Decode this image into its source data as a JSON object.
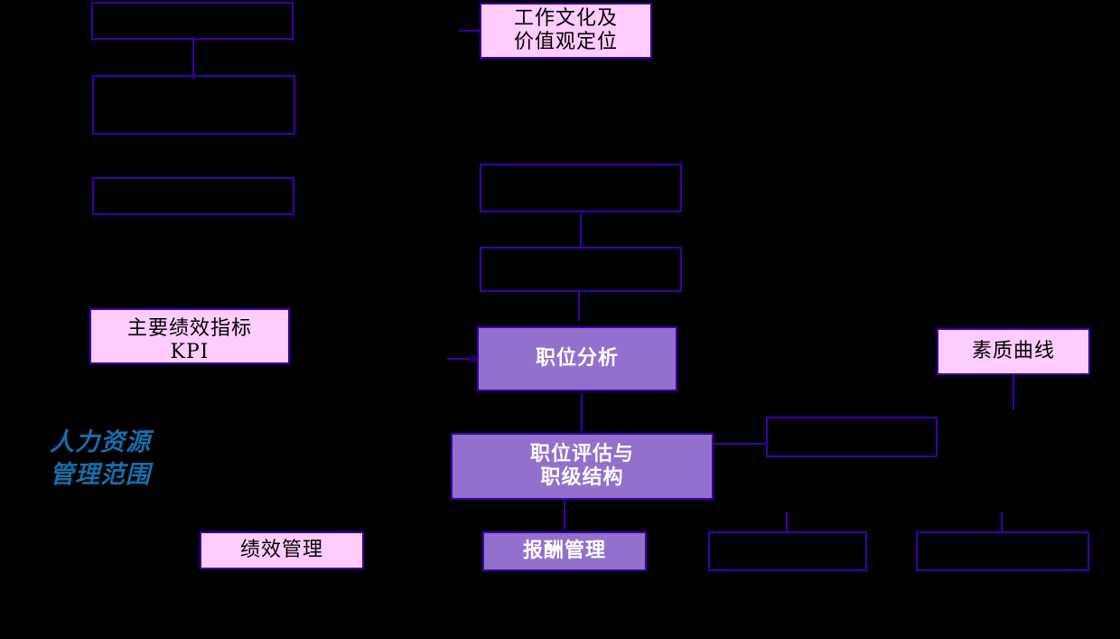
{
  "diagram": {
    "title_text": "人力资源\n管理范围",
    "colors": {
      "background": "#000000",
      "border": "#3a00a8",
      "pink_fill": "#ffccff",
      "violet_fill": "#9370ce",
      "scope_text": "#1a6ca8",
      "violet_text": "#ffffff",
      "pink_text": "#000000"
    },
    "nodes": [
      {
        "id": "n1",
        "label": "",
        "style": "empty"
      },
      {
        "id": "n2",
        "label": "",
        "style": "empty"
      },
      {
        "id": "n3",
        "label": "",
        "style": "empty"
      },
      {
        "id": "n4",
        "label": "主要绩效指标\nKPI",
        "style": "pink"
      },
      {
        "id": "n5",
        "label": "绩效管理",
        "style": "pink"
      },
      {
        "id": "n6",
        "label": "工作文化及\n价值观定位",
        "style": "pink"
      },
      {
        "id": "n7",
        "label": "",
        "style": "empty"
      },
      {
        "id": "n8",
        "label": "",
        "style": "empty"
      },
      {
        "id": "n9",
        "label": "职位分析",
        "style": "violet"
      },
      {
        "id": "n10",
        "label": "职位评估与\n职级结构",
        "style": "violet"
      },
      {
        "id": "n11",
        "label": "报酬管理",
        "style": "violet"
      },
      {
        "id": "n12",
        "label": "素质曲线",
        "style": "pink"
      },
      {
        "id": "n13",
        "label": "",
        "style": "empty"
      },
      {
        "id": "n14",
        "label": "",
        "style": "empty"
      },
      {
        "id": "n15",
        "label": "",
        "style": "empty"
      }
    ]
  }
}
